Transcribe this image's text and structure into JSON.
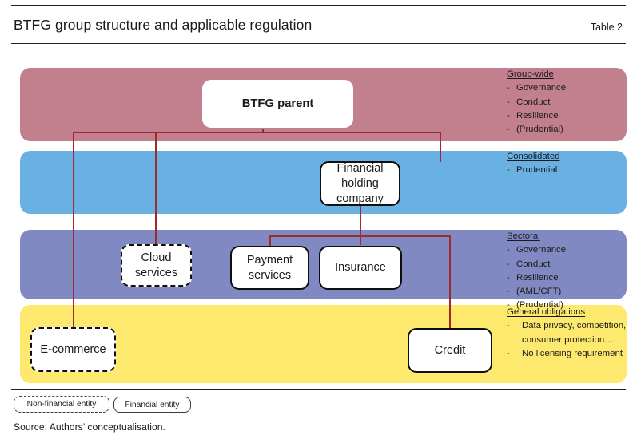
{
  "header": {
    "title": "BTFG group structure and applicable regulation",
    "table_number": "Table 2"
  },
  "bands": [
    {
      "id": "group-wide",
      "heading": "Group-wide",
      "color": "#c27f8d",
      "items": [
        "Governance",
        "Conduct",
        "Resilience",
        "(Prudential)"
      ]
    },
    {
      "id": "consolidated",
      "heading": "Consolidated",
      "color": "#69b0e3",
      "items": [
        "Prudential"
      ]
    },
    {
      "id": "sectoral",
      "heading": "Sectoral",
      "color": "#8089c1",
      "items": [
        "Governance",
        "Conduct",
        "Resilience",
        "(AML/CFT)",
        "(Prudential)"
      ]
    },
    {
      "id": "general-obligations",
      "heading": "General obligations",
      "color": "#fce96e",
      "items": [
        "Data privacy, competition, consumer protection…",
        "No licensing requirement"
      ]
    }
  ],
  "nodes": [
    {
      "id": "btfg-parent",
      "label": "BTFG parent",
      "style": "plain"
    },
    {
      "id": "financial-holding-company",
      "label": "Financial holding company",
      "style": "solid"
    },
    {
      "id": "cloud-services",
      "label": "Cloud services",
      "style": "dashed"
    },
    {
      "id": "payment-services",
      "label": "Payment services",
      "style": "solid"
    },
    {
      "id": "insurance",
      "label": "Insurance",
      "style": "solid"
    },
    {
      "id": "e-commerce",
      "label": "E-commerce",
      "style": "dashed"
    },
    {
      "id": "credit",
      "label": "Credit",
      "style": "solid"
    }
  ],
  "legend": {
    "non_financial": "Non-financial entity",
    "financial": "Financial entity"
  },
  "source": "Source: Authors’ conceptualisation.",
  "colors": {
    "connector": "#9e2a2b",
    "rule": "#231f20",
    "node_border": "#0f0f0f"
  }
}
